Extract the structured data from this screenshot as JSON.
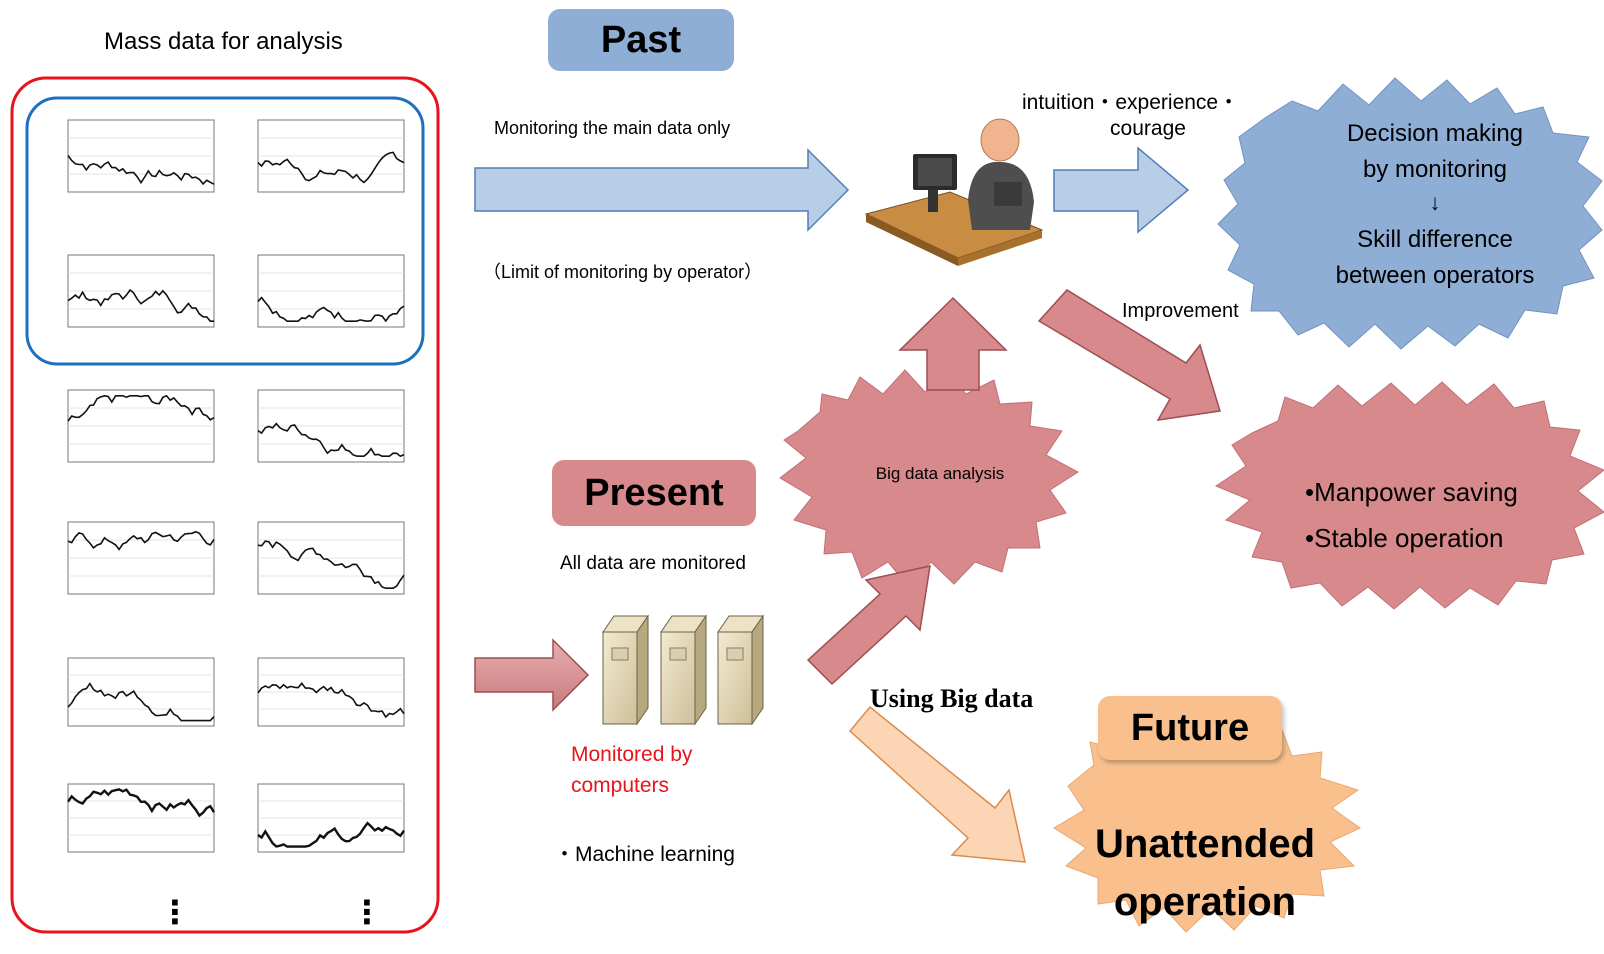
{
  "title": "Mass data for analysis",
  "past": {
    "label": "Past",
    "monitoring_text": "Monitoring the main data only",
    "limit_text": "（Limit of monitoring by operator）",
    "operator_factors_line1": "intuition・experience・",
    "operator_factors_line2": "courage",
    "decision_line1": "Decision making",
    "decision_line2": "by monitoring",
    "decision_arrow": "↓",
    "decision_line3": "Skill difference",
    "decision_line4": "between  operators",
    "improvement": "Improvement"
  },
  "present": {
    "label": "Present",
    "all_monitored": "All data are monitored",
    "big_data_analysis": "Big data analysis",
    "monitored_line1": "Monitored by",
    "monitored_line2": "computers",
    "machine_learning": "・Machine learning",
    "outcome_line1": "•Manpower saving",
    "outcome_line2": "•Stable operation"
  },
  "future": {
    "label": "Future",
    "using_big_data": "Using Big data",
    "unattended_line1": "Unattended",
    "unattended_line2": "operation"
  },
  "ellipsis_left": "⋮",
  "ellipsis_right": "⋮",
  "colors": {
    "red_frame": "#e8141c",
    "blue_frame": "#1f6fbf",
    "past_blue": "#8eaed6",
    "past_arrow": "#b8cde6",
    "present_pink": "#d7898c",
    "present_arrow": "#dea0a2",
    "future_orange": "#f9c08e",
    "future_arrow": "#fbd5b4",
    "monitored_red": "#e8141c"
  }
}
